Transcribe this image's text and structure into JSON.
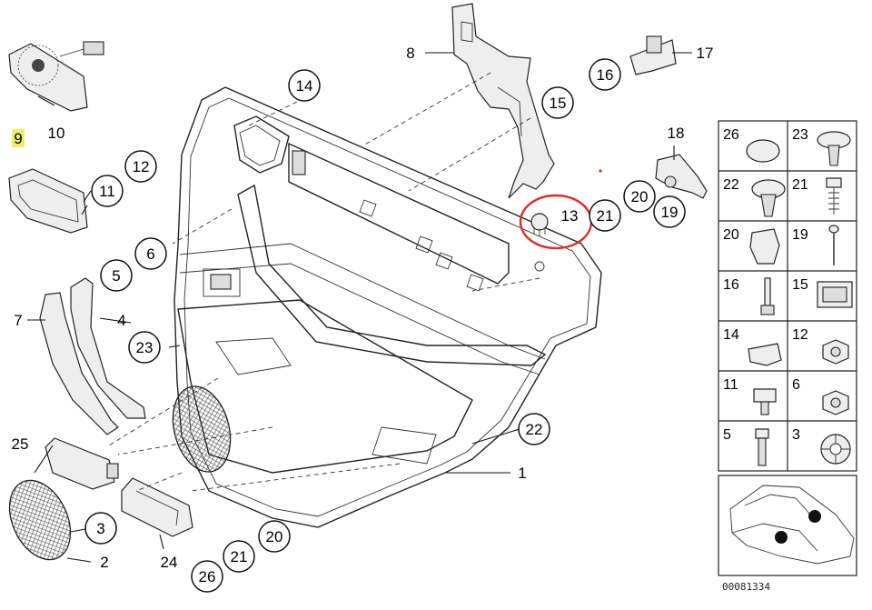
{
  "diagram": {
    "highlight_color": "#e02a2a",
    "label_highlight_color": "#f2ee64",
    "catalog_number": "00081334",
    "callouts": {
      "p1": "1",
      "p2": "2",
      "p3": "3",
      "p4": "4",
      "p5": "5",
      "p6": "6",
      "p7": "7",
      "p8": "8",
      "p9": "9",
      "p10": "10",
      "p11": "11",
      "p12": "12",
      "p13": "13",
      "p14": "14",
      "p15": "15",
      "p16": "16",
      "p17": "17",
      "p18": "18",
      "p19": "19",
      "p20a": "20",
      "p20b": "20",
      "p21a": "21",
      "p21b": "21",
      "p22": "22",
      "p23": "23",
      "p24": "24",
      "p25": "25",
      "p26": "26"
    },
    "fastener_grid": [
      {
        "left": "26",
        "right": "23"
      },
      {
        "left": "22",
        "right": "21"
      },
      {
        "left": "20",
        "right": "19"
      },
      {
        "left": "16",
        "right": "15"
      },
      {
        "left": "14",
        "right": "12"
      },
      {
        "left": "11",
        "right": "6"
      },
      {
        "left": "5",
        "right": "3"
      }
    ]
  }
}
